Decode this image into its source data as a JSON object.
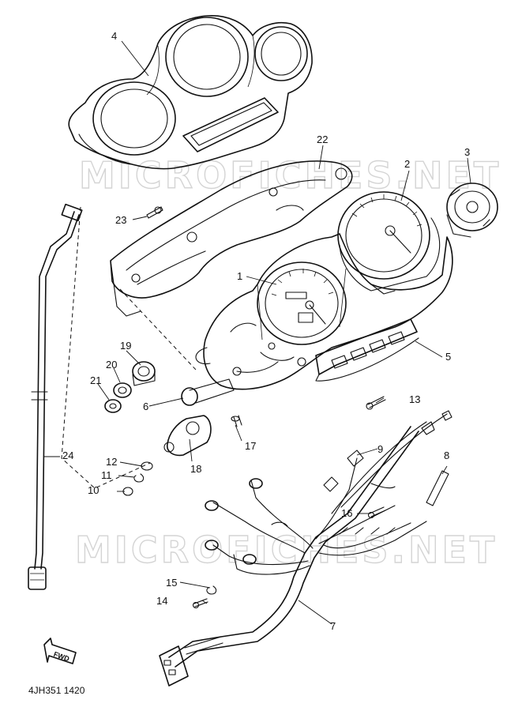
{
  "diagram": {
    "part_code": "4JH351 1420",
    "direction_label": "FWD",
    "watermark_top": "MICROFICHES.NET",
    "watermark_bottom": "MICROFICHES.NET",
    "callouts": [
      {
        "id": "c1",
        "number": "1"
      },
      {
        "id": "c2",
        "number": "2"
      },
      {
        "id": "c3",
        "number": "3"
      },
      {
        "id": "c4",
        "number": "4"
      },
      {
        "id": "c5",
        "number": "5"
      },
      {
        "id": "c6",
        "number": "6"
      },
      {
        "id": "c7",
        "number": "7"
      },
      {
        "id": "c8",
        "number": "8"
      },
      {
        "id": "c9",
        "number": "9"
      },
      {
        "id": "c10",
        "number": "10"
      },
      {
        "id": "c11",
        "number": "11"
      },
      {
        "id": "c12",
        "number": "12"
      },
      {
        "id": "c13",
        "number": "13"
      },
      {
        "id": "c14",
        "number": "14"
      },
      {
        "id": "c15",
        "number": "15"
      },
      {
        "id": "c16",
        "number": "16"
      },
      {
        "id": "c17",
        "number": "17"
      },
      {
        "id": "c18",
        "number": "18"
      },
      {
        "id": "c19",
        "number": "19"
      },
      {
        "id": "c20",
        "number": "20"
      },
      {
        "id": "c21",
        "number": "21"
      },
      {
        "id": "c22",
        "number": "22"
      },
      {
        "id": "c23",
        "number": "23"
      },
      {
        "id": "c24",
        "number": "24"
      }
    ]
  }
}
